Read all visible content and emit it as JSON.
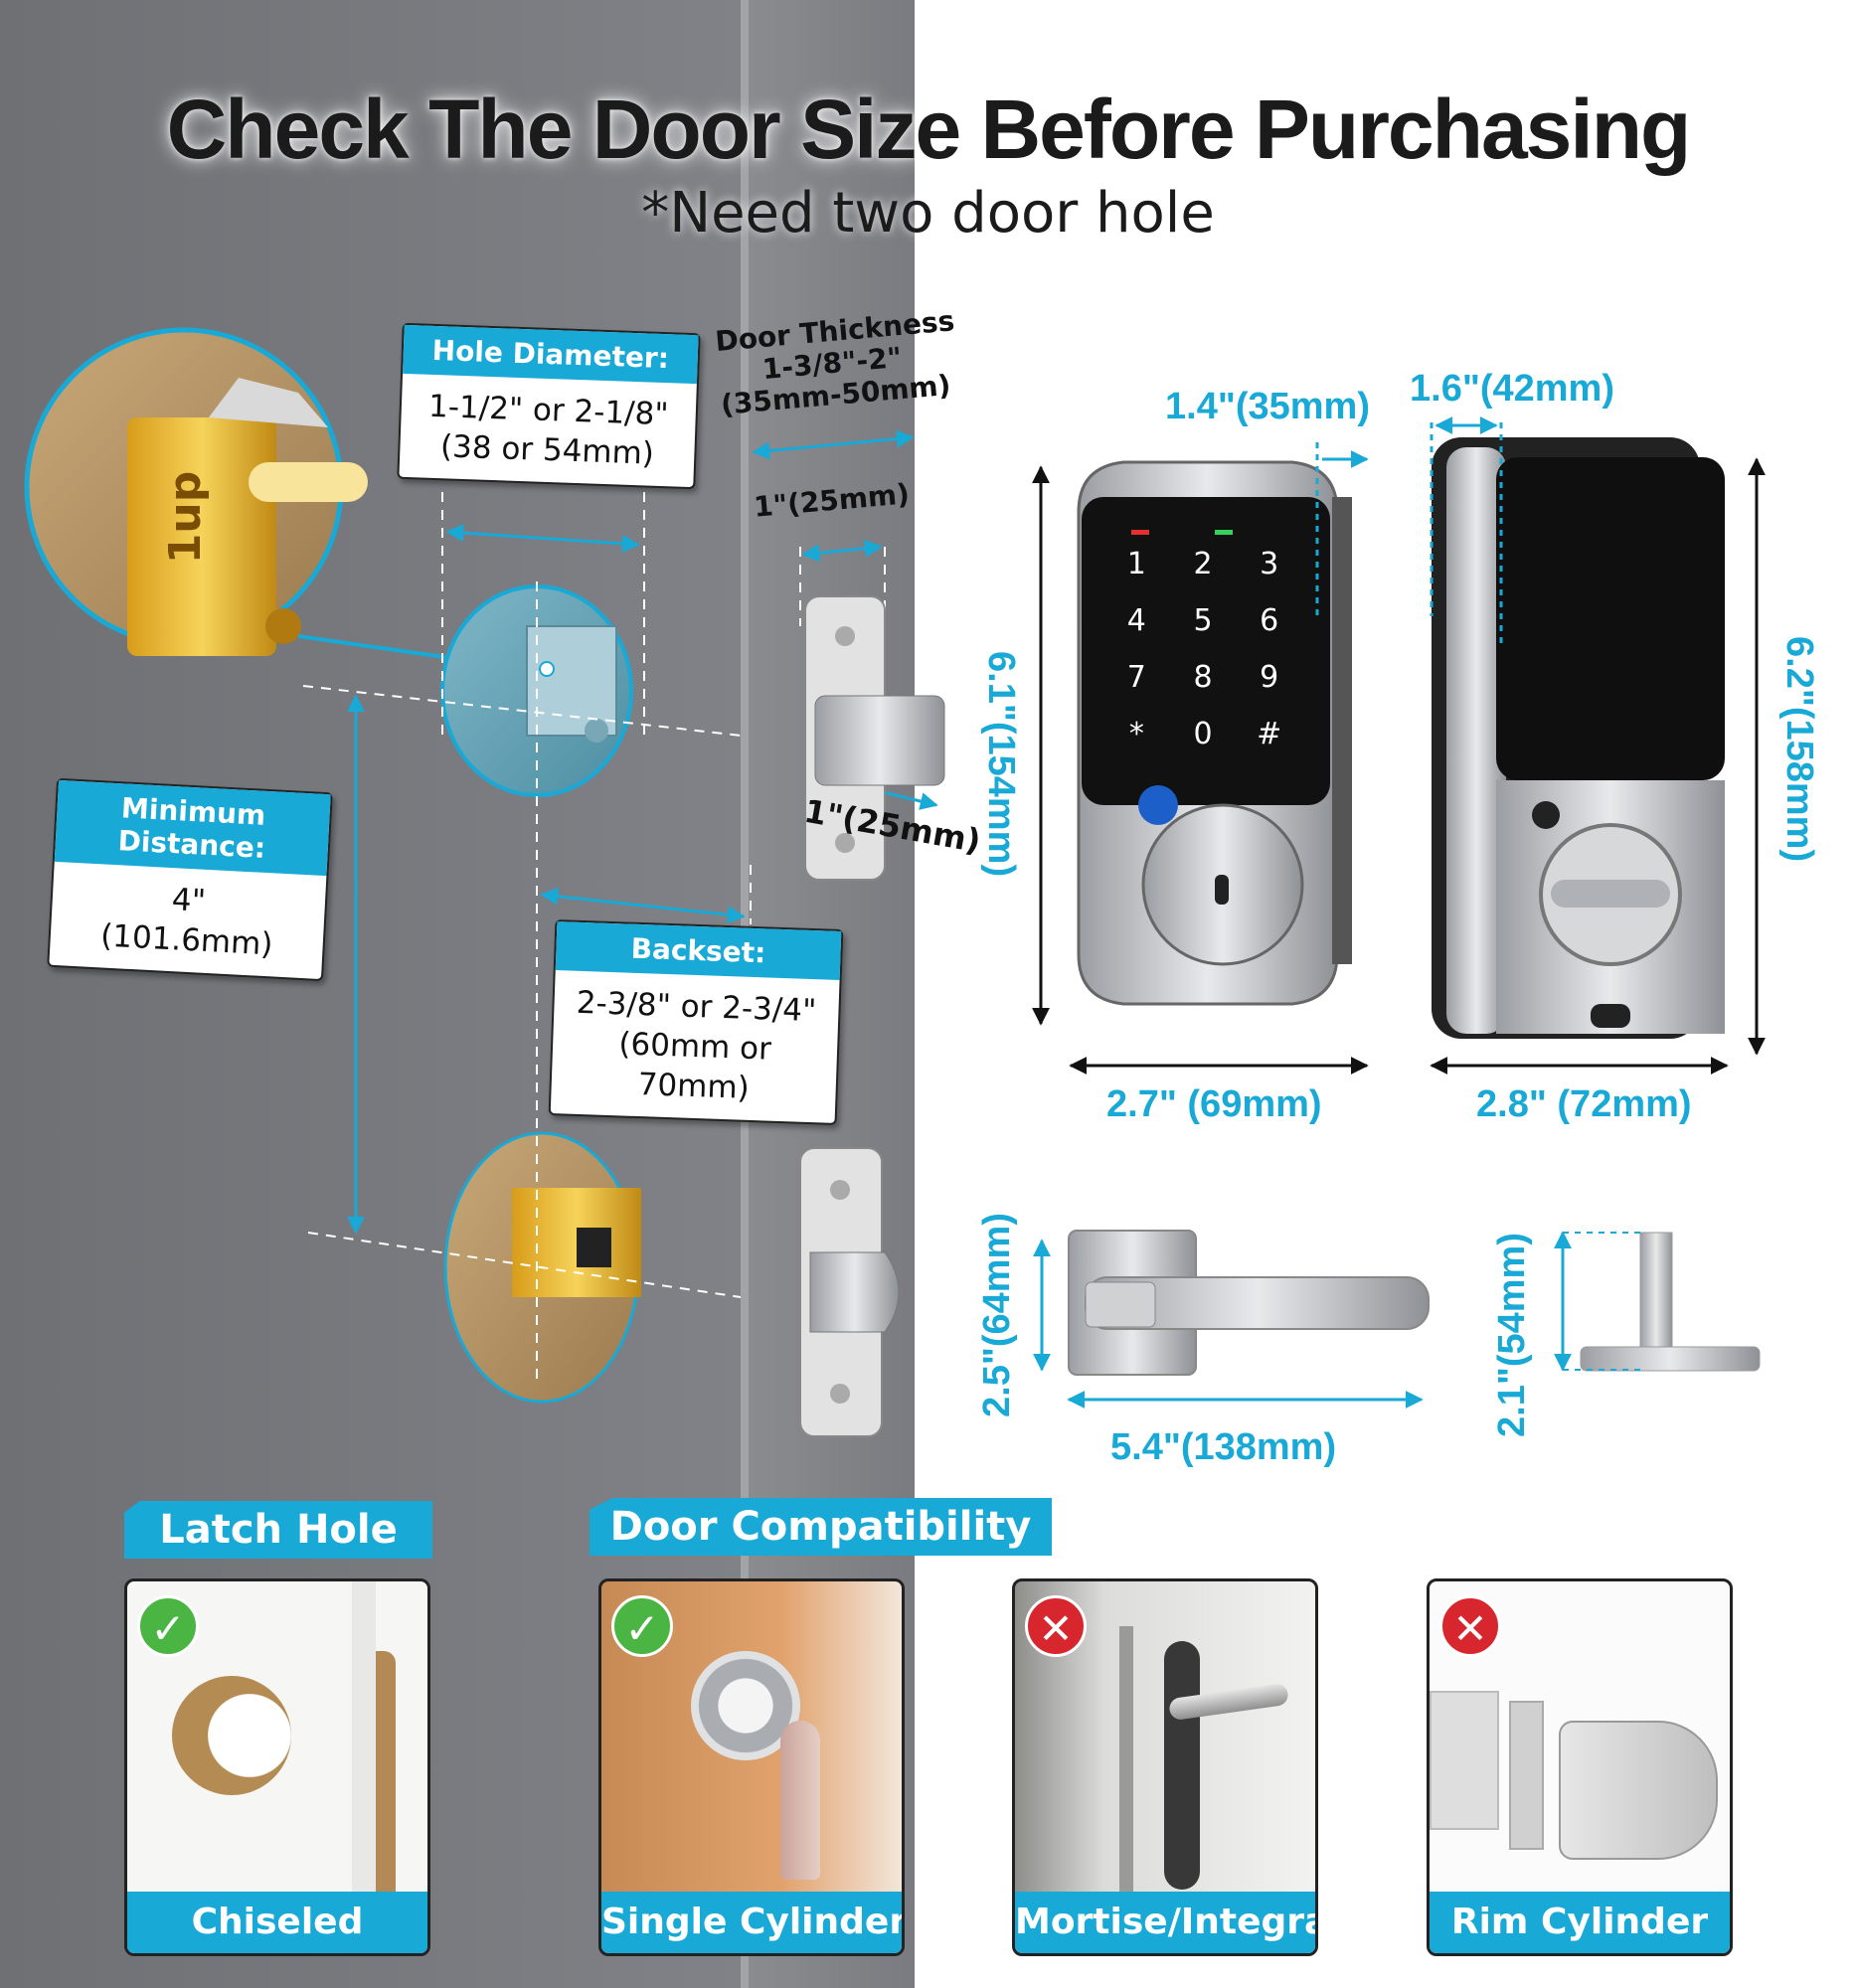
{
  "header": {
    "title": "Check The Door Size Before Purchasing",
    "subtitle": "*Need two door hole"
  },
  "callouts": {
    "hole_diameter": {
      "title": "Hole Diameter:",
      "line1": "1-1/2\" or 2-1/8\"",
      "line2": "(38 or 54mm)"
    },
    "minimum_distance": {
      "title": "Minimum Distance:",
      "line1": "4\"",
      "line2": "(101.6mm)"
    },
    "backset": {
      "title": "Backset:",
      "line1": "2-3/8\" or 2-3/4\"",
      "line2": "(60mm or 70mm)"
    }
  },
  "door_edge": {
    "thickness_line1": "Door Thickness",
    "thickness_line2": "1-3/8\"-2\"",
    "thickness_line3": "(35mm-50mm)",
    "plate_width": "1\"(25mm)",
    "bolt_depth": "1\"(25mm)"
  },
  "latch_plate_label": "1up",
  "keypad": {
    "keys": [
      "1",
      "2",
      "3",
      "4",
      "5",
      "6",
      "7",
      "8",
      "9",
      "*",
      "0",
      "#"
    ]
  },
  "dimensions": {
    "front_depth": "1.4\"(35mm)",
    "front_height": "6.1\"(154mm)",
    "front_width": "2.7\" (69mm)",
    "back_depth": "1.6\"(42mm)",
    "back_height": "6.2\"(158mm)",
    "back_width": "2.8\" (72mm)",
    "lever_height": "2.5\"(64mm)",
    "lever_length": "5.4\"(138mm)",
    "stub_height": "2.1\"(54mm)"
  },
  "sections": {
    "latch_hole": {
      "label": "Latch Hole",
      "item": "Chiseled",
      "status": "✓"
    },
    "door_compat": {
      "label": "Door Compatibility",
      "items": [
        {
          "label": "Single Cylinder",
          "status": "✓"
        },
        {
          "label": "Mortise/Integrated",
          "status": "✕"
        },
        {
          "label": "Rim Cylinder",
          "status": "✕"
        }
      ]
    }
  },
  "colors": {
    "accent": "#19a9d6",
    "ok": "#4bb543",
    "no": "#d8262e"
  }
}
